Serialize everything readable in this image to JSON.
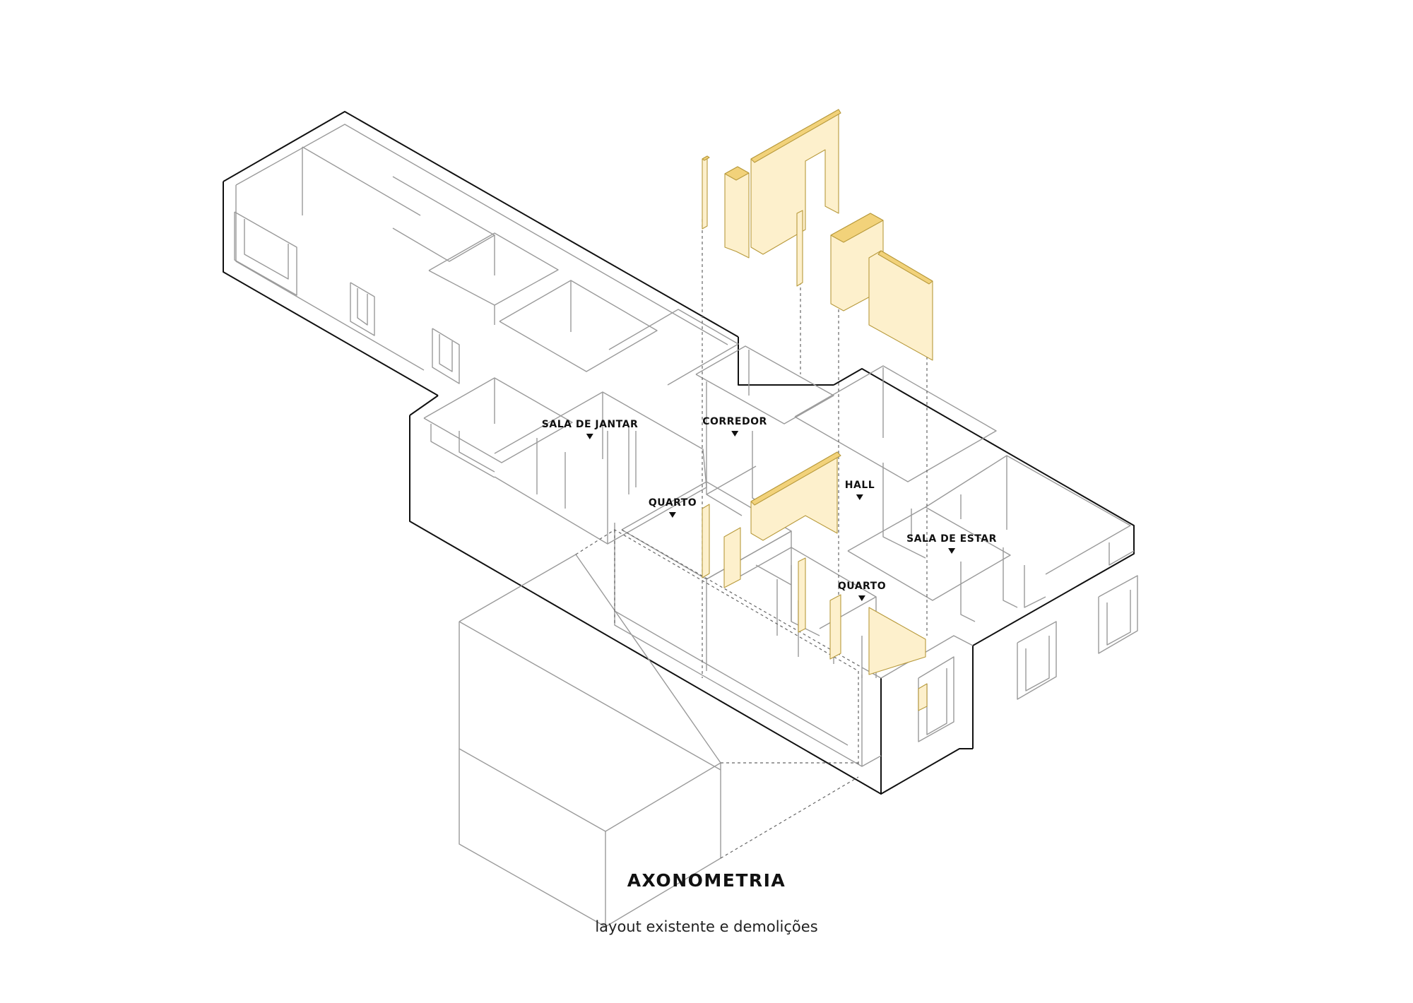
{
  "diagram": {
    "title": "AXONOMETRIA",
    "subtitle": "layout existente e demolições",
    "rooms": [
      {
        "id": "sala-de-jantar",
        "label": "SALA DE JANTAR"
      },
      {
        "id": "corredor",
        "label": "CORREDOR"
      },
      {
        "id": "hall",
        "label": "HALL"
      },
      {
        "id": "quarto-1",
        "label": "QUARTO"
      },
      {
        "id": "sala-de-estar",
        "label": "SALA DE ESTAR"
      },
      {
        "id": "quarto-2",
        "label": "QUARTO"
      }
    ],
    "colors": {
      "wall_outline": "#111111",
      "interior_lines": "#9a9a9a",
      "demolition_fill": "#fdf0cc",
      "demolition_edge": "#f2d27a",
      "background": "#ffffff"
    }
  }
}
